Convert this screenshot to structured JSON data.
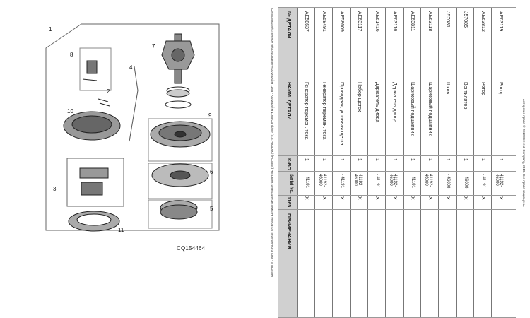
{
  "diagram": {
    "figure_code": "CQ154464",
    "callouts": [
      "1",
      "2",
      "3",
      "4",
      "5",
      "6",
      "7",
      "8",
      "9",
      "10",
      "11"
    ]
  },
  "side_text": {
    "breadcrumb": "Сельскохозяйственное оборудование «КОМБАЙН 1165 - КОМБАЙН 1165 Combine (S.n. -000000) [PC3584] HE5Электрические системы НГенератор переменного тока - ST634490",
    "copyright": "Авторские права © 2019 Deere & Company, 2019. Все права защищены."
  },
  "table": {
    "headers": [
      "№ ДЕТАЛИ",
      "НАИМ. ДЕТАЛИ",
      "К-ВО",
      "Serial No.",
      "1165",
      "ПРИМЕЧАНИЯ"
    ],
    "rows": [
      [
        "AE58637",
        "Генератор перемен. тока",
        "1",
        "- 41191",
        "X",
        ""
      ],
      [
        "AE58491",
        "Генератор перемен. тока",
        "1",
        "41192- 46000",
        "X",
        ""
      ],
      [
        "AE58609",
        "Проводник, угольная щетка",
        "1",
        "- 41191",
        "X",
        ""
      ],
      [
        "AE63117",
        "Набор щеток",
        "1",
        "41192- 46000",
        "X",
        ""
      ],
      [
        "AE61416",
        "Держатель диода",
        "1",
        "- 41191",
        "X",
        ""
      ],
      [
        "AE63116",
        "Держатель диода",
        "1",
        "41192- 46000",
        "X",
        ""
      ],
      [
        "AE63811",
        "Шариковый подшипник",
        "1",
        "- 41191",
        "X",
        ""
      ],
      [
        "AE63118",
        "Шариковый подшипник",
        "1",
        "41192- 46000",
        "X",
        ""
      ],
      [
        "J57081",
        "Шкив",
        "1",
        "- 46000",
        "X",
        ""
      ],
      [
        "J57085",
        "Вентилятор",
        "1",
        "- 46000",
        "X",
        ""
      ],
      [
        "AE63812",
        "Ротор",
        "1",
        "- 41191",
        "X",
        ""
      ],
      [
        "AE63119",
        "Ротор",
        "1",
        "41192- 46000",
        "X",
        ""
      ]
    ]
  }
}
